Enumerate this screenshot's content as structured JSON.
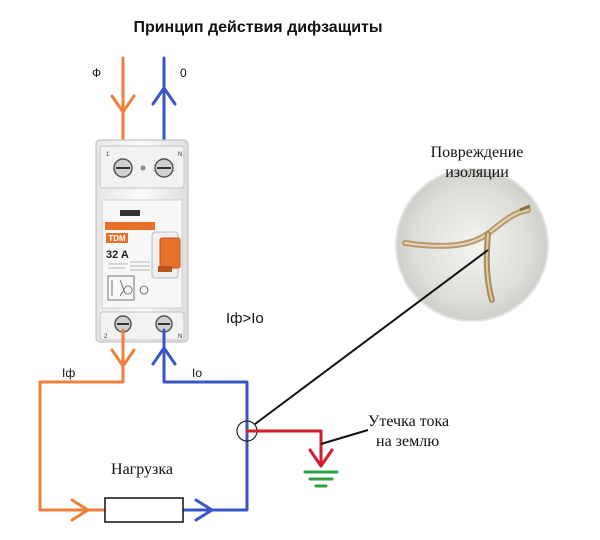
{
  "title": "Принцип действия дифзащиты",
  "labels": {
    "phase_in": "Ф",
    "neutral_in": "0",
    "phase_current": "Iф",
    "neutral_current": "Io",
    "condition": "Iф>Io",
    "load": "Нагрузка",
    "insulation_damage_line1": "Повреждение",
    "insulation_damage_line2": "изоляции",
    "leak_line1": "Утечка тока",
    "leak_line2": "на землю"
  },
  "device": {
    "brand": "TDM",
    "rating": "32 A",
    "terminal_top_left": "1",
    "terminal_top_right": "N",
    "terminal_bottom_left": "2",
    "terminal_bottom_right": "N"
  },
  "colors": {
    "phase": "#f07f3c",
    "neutral": "#3a55c8",
    "leak": "#d41c2c",
    "ground": "#2ea043",
    "callout": "#111111"
  }
}
